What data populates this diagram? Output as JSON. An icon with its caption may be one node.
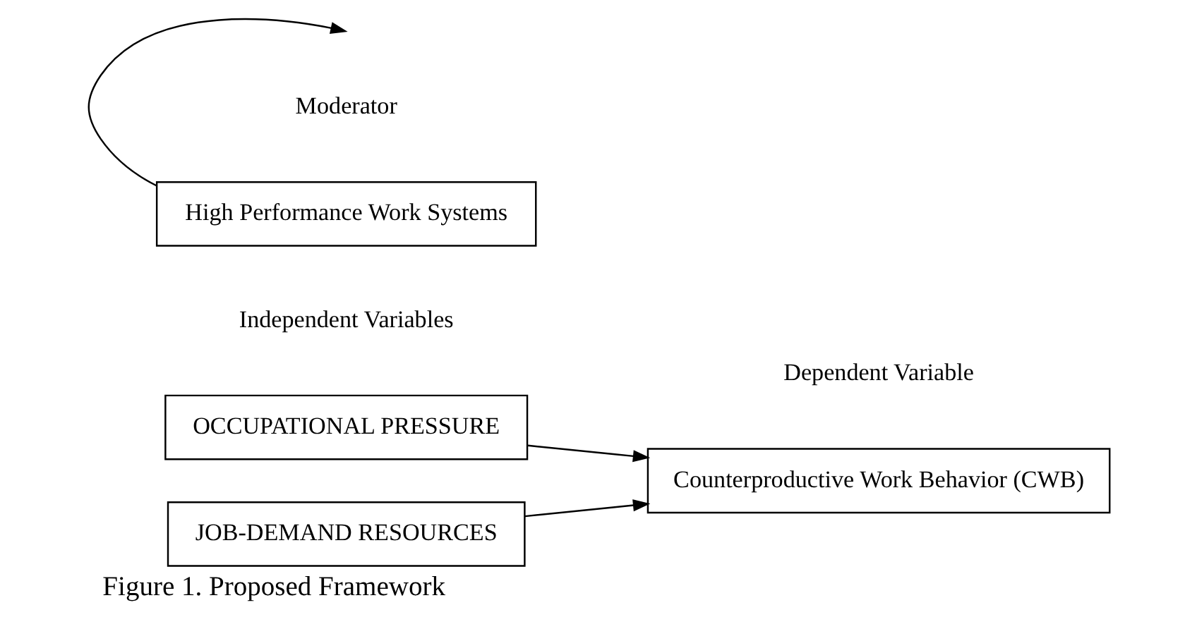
{
  "diagram": {
    "caption": "Figure 1. Proposed Framework",
    "nodes": [
      {
        "text": [
          "OCCUPATIONAL PRESSURE"
        ]
      },
      {
        "text": [
          "JOB-DEMAND RESOURCES"
        ]
      },
      {
        "text": [
          "Counterproductive Work Behavior (CWB)"
        ]
      },
      {
        "text": [
          "High Performance Work Systems"
        ]
      }
    ],
    "edges": [
      {
        "from": 0,
        "to": 2,
        "arrow": "to"
      },
      {
        "from": 1,
        "to": 2,
        "arrow": "to"
      },
      {
        "from": 3,
        "to": null,
        "arrow": "to"
      }
    ],
    "labels": [
      "Independent Variables",
      "Dependent Variable",
      "Moderator"
    ]
  }
}
